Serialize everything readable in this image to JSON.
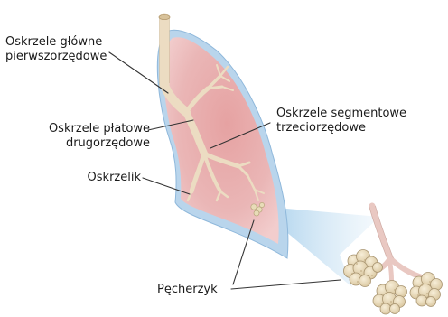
{
  "labels": {
    "main_bronchi": "Oskrzele główne\npierwszorzędowe",
    "lobar_bronchi": "Oskrzele płatowe\ndrugorzędowe",
    "bronchiole": "Oskrzelik",
    "segmental_bronchi": "Oskrzele segmentowe\ntrzeciorzędowe",
    "alveolus": "Pęcherzyk"
  }
}
